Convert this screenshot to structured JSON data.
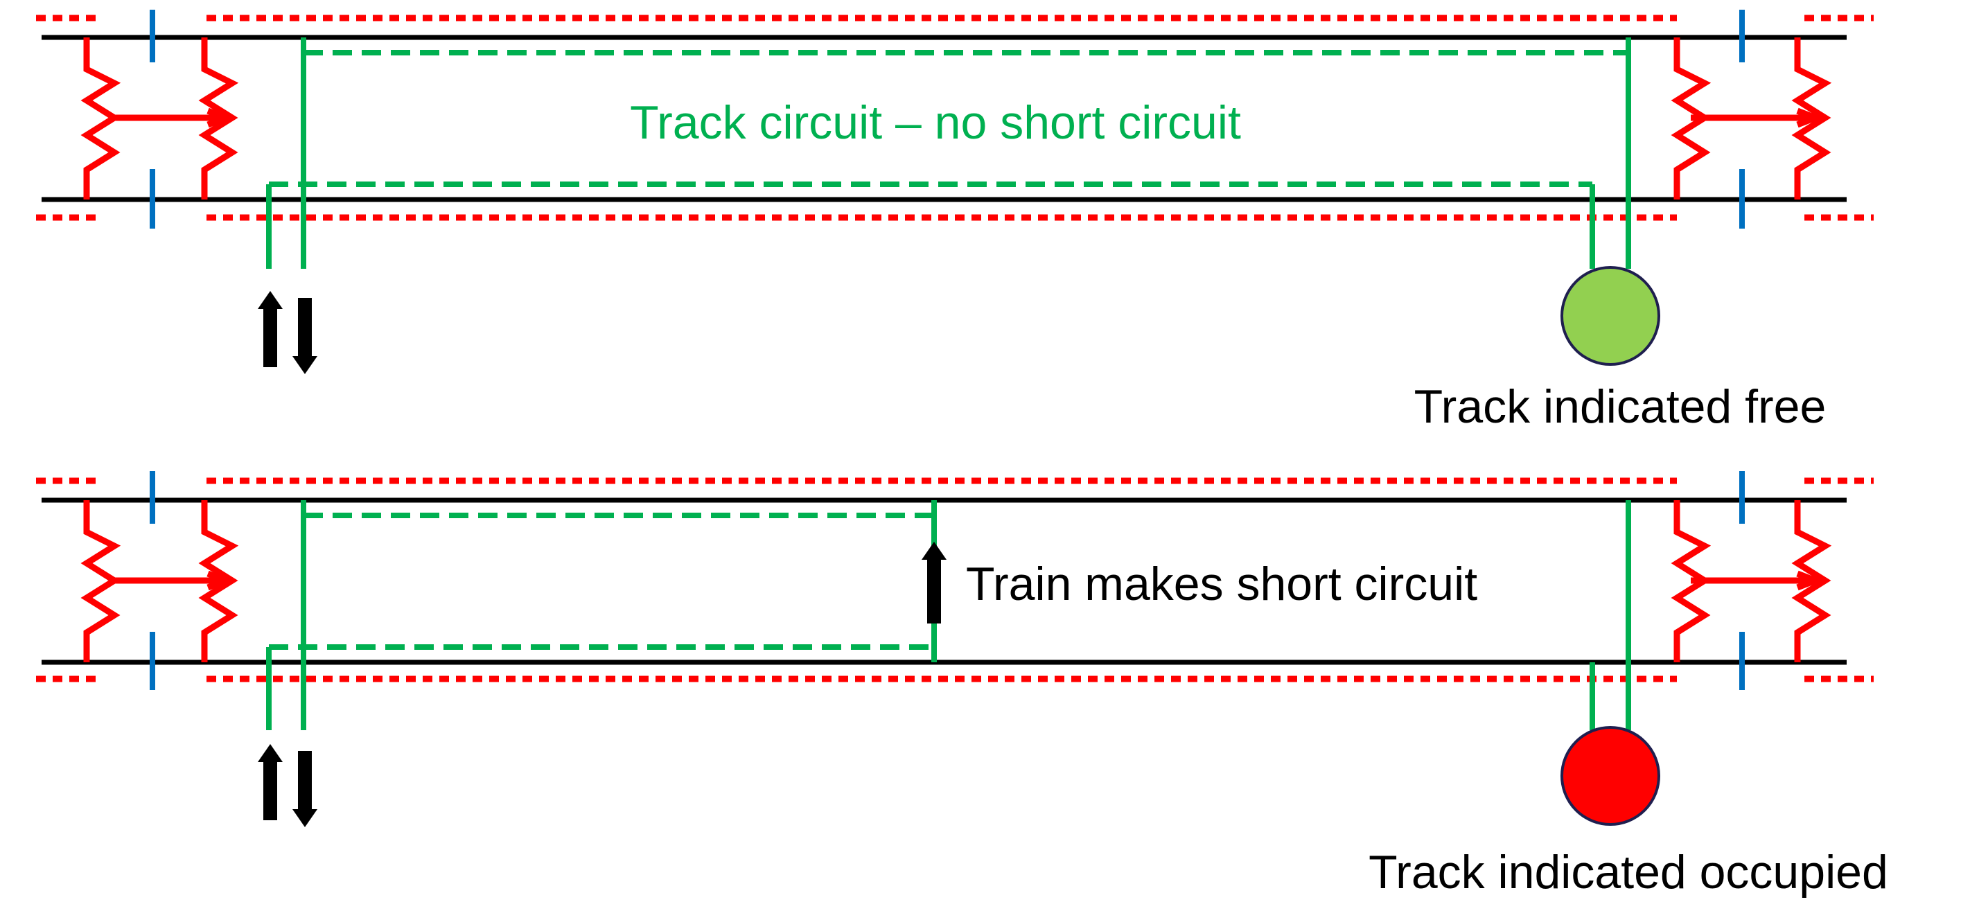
{
  "panels": [
    {
      "id": "top",
      "circuit_label": "Track circuit – no short circuit",
      "indicator_label": "Track indicated free",
      "indicator_color": "#92D050",
      "short_circuit": false
    },
    {
      "id": "bottom",
      "train_label": "Train makes short circuit",
      "indicator_label": "Track indicated occupied",
      "indicator_color": "#FF0000",
      "short_circuit": true
    }
  ],
  "colors": {
    "rail": "#000000",
    "circuit": "#00B050",
    "boundary": "#FF0000",
    "insulated_joint": "#0070C0",
    "arrow": "#000000",
    "indicator_outline": "#1F1F4F"
  }
}
